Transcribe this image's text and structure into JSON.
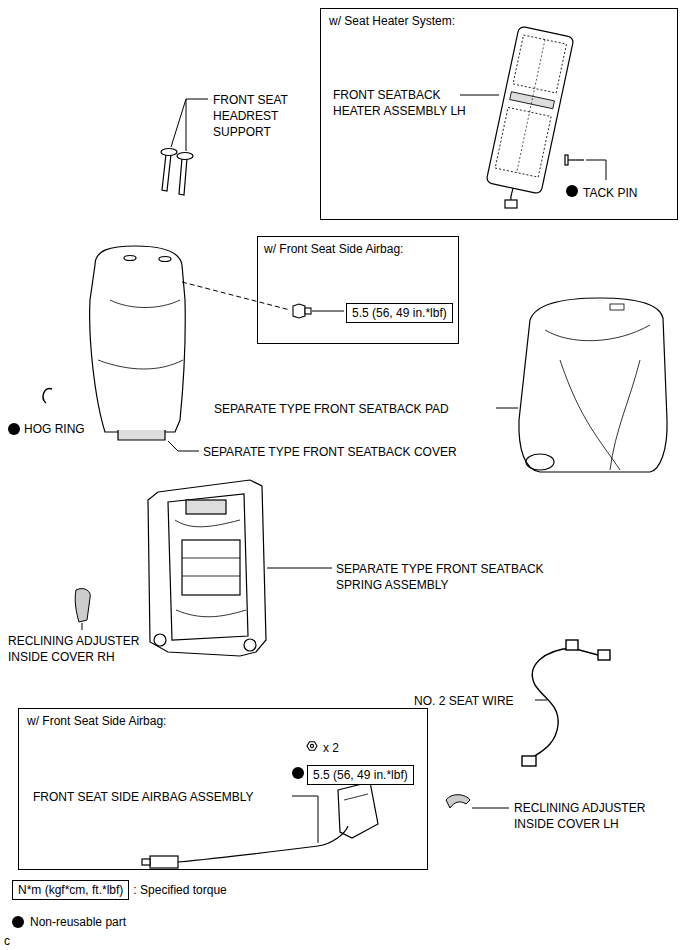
{
  "diagram": {
    "nodes": [
      {
        "text": [
          "w/ Seat Heater System:",
          "FRONT SEATBACK HEATER ASSEMBLY LH",
          "TACK PIN"
        ]
      },
      {
        "text": [
          "w/ Front Seat Side Airbag:"
        ]
      },
      {
        "text": [
          "5.5 (56, 49 in.*lbf)"
        ],
        "in": 1
      },
      {
        "text": [
          "w/ Front Seat Side Airbag:",
          "FRONT SEAT SIDE AIRBAG ASSEMBLY",
          "x 2"
        ]
      },
      {
        "text": [
          "5.5 (56, 49 in.*lbf)"
        ],
        "in": 3
      },
      {
        "text": [
          "N*m (kgf*cm, ft.*lbf)"
        ]
      }
    ],
    "labels": [
      "FRONT SEAT HEADREST SUPPORT",
      "HOG RING",
      "SEPARATE TYPE FRONT SEATBACK COVER",
      "SEPARATE TYPE FRONT SEATBACK PAD",
      "SEPARATE TYPE FRONT SEATBACK SPRING ASSEMBLY",
      "RECLINING ADJUSTER INSIDE COVER RH",
      "NO. 2 SEAT WIRE",
      "RECLINING ADJUSTER INSIDE COVER LH",
      "c"
    ],
    "legend": [
      {
        "text": ": Specified torque"
      },
      {
        "text": "Non-reusable part"
      }
    ]
  }
}
